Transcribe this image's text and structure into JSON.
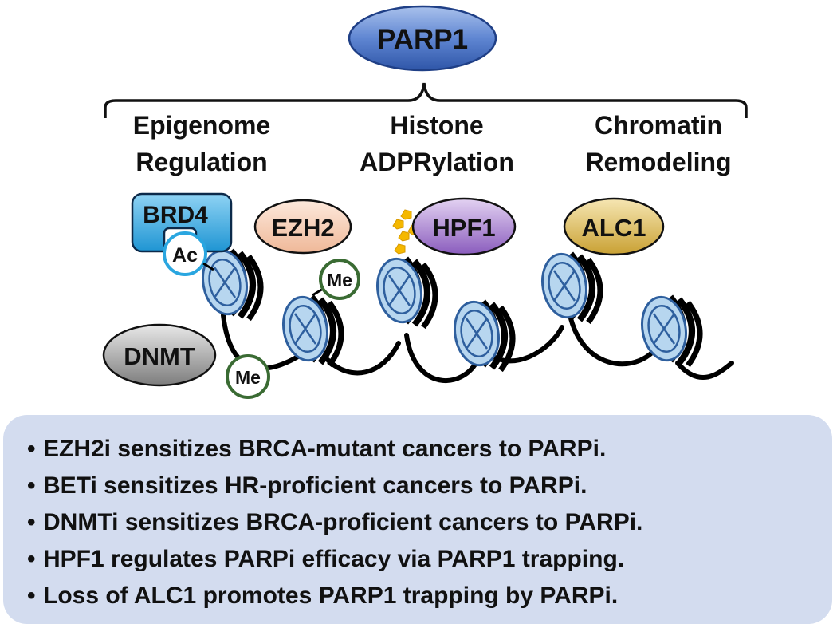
{
  "diagram": {
    "root": "PARP1",
    "categories": [
      {
        "line1": "Epigenome",
        "line2": "Regulation"
      },
      {
        "line1": "Histone",
        "line2": "ADPRylation"
      },
      {
        "line1": "Chromatin",
        "line2": "Remodeling"
      }
    ],
    "proteins": {
      "brd4": "BRD4",
      "ezh2": "EZH2",
      "hpf1": "HPF1",
      "alc1": "ALC1",
      "dnmt": "DNMT"
    },
    "marks": {
      "acetyl": "Ac",
      "methyl_histone": "Me",
      "methyl_dna": "Me"
    },
    "colors": {
      "parp1": "#4a72c4",
      "brd4": "#29a3dc",
      "ezh2": "#f5cdb4",
      "hpf1": "#9467c0",
      "alc1": "#d9b54a",
      "dnmt": "#8e8e8e",
      "nucleosome": "#b7d6ef",
      "adp_ribose": "#f5b800",
      "summary_bg": "#d3dcef"
    }
  },
  "summary": {
    "bullet": "•",
    "items": [
      "EZH2i sensitizes BRCA-mutant cancers to PARPi.",
      "BETi sensitizes HR-proficient cancers to PARPi.",
      "DNMTi sensitizes BRCA-proficient cancers to PARPi.",
      "HPF1 regulates PARPi efficacy via PARP1 trapping.",
      "Loss of ALC1 promotes PARP1 trapping by PARPi."
    ]
  }
}
